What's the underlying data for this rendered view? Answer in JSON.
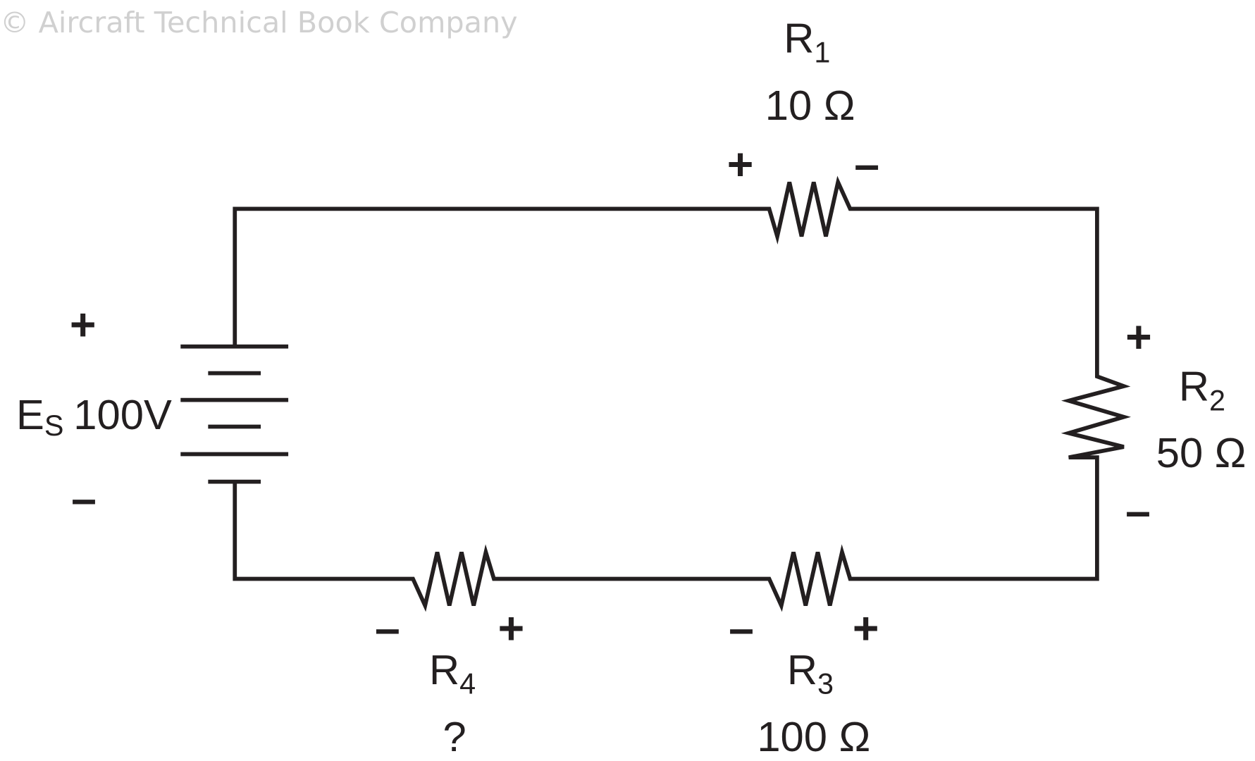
{
  "watermark": "© Aircraft Technical Book Company",
  "source": {
    "label": "E",
    "subscript": "S",
    "value": "100V",
    "plus": "+",
    "minus": "–"
  },
  "resistors": [
    {
      "name": "R",
      "sub": "1",
      "value": "10 Ω",
      "left_sign": "+",
      "right_sign": "–"
    },
    {
      "name": "R",
      "sub": "2",
      "value": "50 Ω",
      "top_sign": "+",
      "bottom_sign": "–"
    },
    {
      "name": "R",
      "sub": "3",
      "value": "100 Ω",
      "left_sign": "–",
      "right_sign": "+"
    },
    {
      "name": "R",
      "sub": "4",
      "value": "?",
      "left_sign": "–",
      "right_sign": "+"
    }
  ]
}
